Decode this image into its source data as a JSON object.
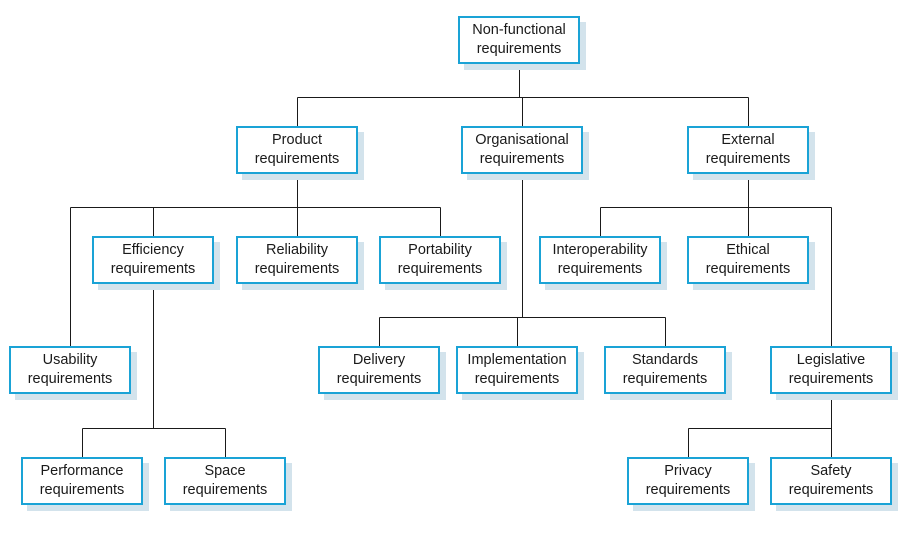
{
  "colors": {
    "border": "#1aa3d6",
    "shadow": "#d3e3ec",
    "connector": "#1a1a1a",
    "text": "#1a1a1a"
  },
  "nodes": {
    "nonfunctional": [
      "Non-functional",
      "requirements"
    ],
    "product": [
      "Product",
      "requirements"
    ],
    "organisational": [
      "Organisational",
      "requirements"
    ],
    "external": [
      "External",
      "requirements"
    ],
    "efficiency": [
      "Efficiency",
      "requirements"
    ],
    "reliability": [
      "Reliability",
      "requirements"
    ],
    "portability": [
      "Portability",
      "requirements"
    ],
    "interoperability": [
      "Interoperability",
      "requirements"
    ],
    "ethical": [
      "Ethical",
      "requirements"
    ],
    "usability": [
      "Usability",
      "requirements"
    ],
    "delivery": [
      "Delivery",
      "requirements"
    ],
    "implementation": [
      "Implementation",
      "requirements"
    ],
    "standards": [
      "Standards",
      "requirements"
    ],
    "legislative": [
      "Legislative",
      "requirements"
    ],
    "performance": [
      "Performance",
      "requirements"
    ],
    "space": [
      "Space",
      "requirements"
    ],
    "privacy": [
      "Privacy",
      "requirements"
    ],
    "safety": [
      "Safety",
      "requirements"
    ]
  },
  "edges": [
    [
      "nonfunctional",
      "product"
    ],
    [
      "nonfunctional",
      "organisational"
    ],
    [
      "nonfunctional",
      "external"
    ],
    [
      "product",
      "usability"
    ],
    [
      "product",
      "efficiency"
    ],
    [
      "product",
      "reliability"
    ],
    [
      "product",
      "portability"
    ],
    [
      "efficiency",
      "performance"
    ],
    [
      "efficiency",
      "space"
    ],
    [
      "organisational",
      "delivery"
    ],
    [
      "organisational",
      "implementation"
    ],
    [
      "organisational",
      "standards"
    ],
    [
      "external",
      "interoperability"
    ],
    [
      "external",
      "ethical"
    ],
    [
      "external",
      "legislative"
    ],
    [
      "legislative",
      "privacy"
    ],
    [
      "legislative",
      "safety"
    ]
  ]
}
